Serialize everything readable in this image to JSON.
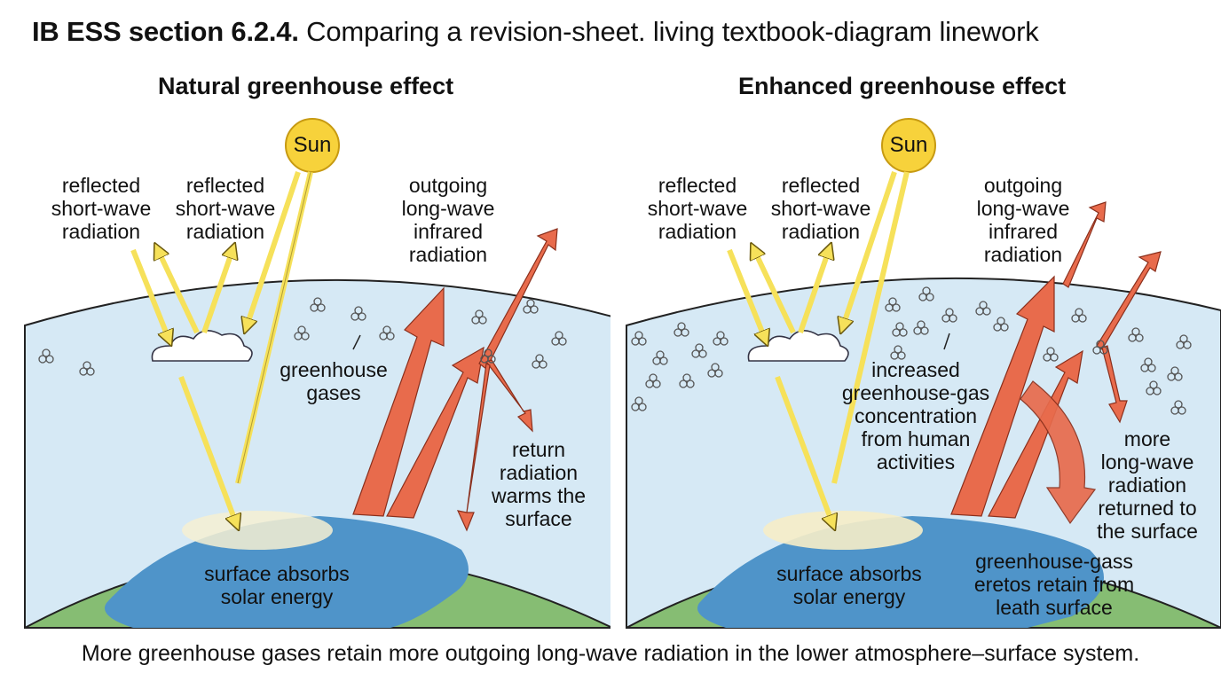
{
  "page_title": {
    "bold": "IB ESS section 6.2.4.",
    "rest": " Comparing a revision-sheet. living textbook-diagram linework"
  },
  "caption": "More greenhouse gases retain more outgoing long-wave radiation in the lower atmosphere–surface system.",
  "natural": {
    "title": "Natural greenhouse effect",
    "sun": "Sun",
    "reflected_1": [
      "reflected",
      "short-wave",
      "radiation"
    ],
    "reflected_2": [
      "reflected",
      "short-wave",
      "radiation"
    ],
    "outgoing": [
      "outgoing",
      "long-wave",
      "infrared",
      "radiation"
    ],
    "gases": [
      "greenhouse",
      "gases"
    ],
    "return": [
      "return",
      "radiation",
      "warms the",
      "surface"
    ],
    "surface": [
      "surface absorbs",
      "solar energy"
    ]
  },
  "enhanced": {
    "title": "Enhanced greenhouse effect",
    "sun": "Sun",
    "reflected_1": [
      "reflected",
      "short-wave",
      "radiation"
    ],
    "reflected_2": [
      "reflected",
      "short-wave",
      "radiation"
    ],
    "outgoing": [
      "outgoing",
      "long-wave",
      "infrared",
      "radiation"
    ],
    "increased": [
      "increased",
      "greenhouse-gas",
      "concentration",
      "from human",
      "activities"
    ],
    "more_returned": [
      "more",
      "long-wave",
      "radiation",
      "returned to",
      "the surface"
    ],
    "surface": [
      "surface absorbs",
      "solar energy"
    ],
    "retain": [
      "greenhouse-gass",
      "eretos retain from",
      "leath surface"
    ]
  },
  "colors": {
    "sky": "#d6e9f5",
    "sun": "#f7d23b",
    "shortwave": "#f6e15a",
    "longwave": "#e86b4c",
    "ocean": "#4f94c9",
    "land": "#86bd73"
  }
}
